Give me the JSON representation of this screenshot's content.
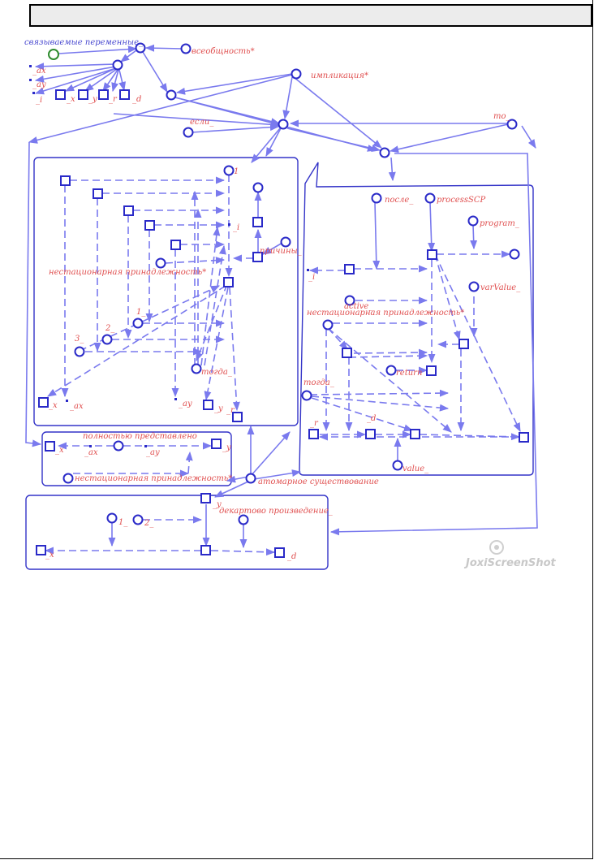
{
  "labels": {
    "bound_vars": "связываемые переменные_",
    "universality": "всеобщность*",
    "implication": "импликация*",
    "if": "если_",
    "then": "то_",
    "ax": "_ax",
    "ay": "_ay",
    "i": "_i",
    "x": "_x",
    "y": "_y",
    "r": "_r",
    "d": "_d",
    "one": "1",
    "one_": "1_",
    "two_": "2_",
    "three_": "3_",
    "causes": "причины_",
    "nonstationary": "нестационарная принадлежность*",
    "when": "тогда_",
    "after": "после_",
    "processSCP": "processSCP",
    "program": "program_",
    "active": "active_",
    "varValue": "varValue_",
    "return": "return",
    "value": "value_",
    "fully_represented": "полностью представлено",
    "atomic_existence": "атомарное существование",
    "cartesian_product": "декартово произведение_",
    "watermark": "JoxiScreenShot"
  },
  "colors": {
    "edge": "#7a7aee",
    "node": "#2a2ac8",
    "label": "#e05050",
    "start_node": "#2e8b2e"
  }
}
